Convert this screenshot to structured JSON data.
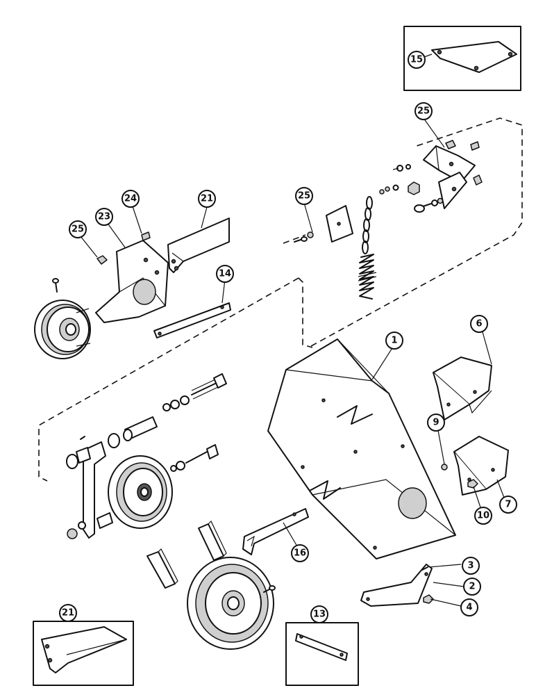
{
  "callouts": {
    "c1": "1",
    "c2": "2",
    "c3": "3",
    "c4": "4",
    "c6": "6",
    "c7": "7",
    "c9": "9",
    "c10": "10",
    "c13": "13",
    "c14": "14",
    "c15": "15",
    "c16": "16",
    "c21_top": "21",
    "c21_box": "21",
    "c23": "23",
    "c24": "24",
    "c25_left": "25",
    "c25_mid": "25",
    "c25_right": "25"
  }
}
